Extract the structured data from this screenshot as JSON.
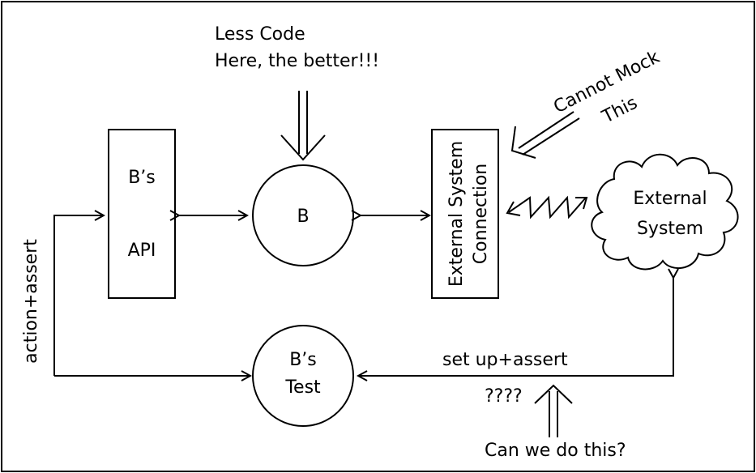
{
  "labels": {
    "note_top_line1": "Less Code",
    "note_top_line2": "Here, the better!!!",
    "api_line1": "B’s",
    "api_line2": "API",
    "b_circle": "B",
    "connection_line1": "External System",
    "connection_line2": "Connection",
    "external_line1": "External",
    "external_line2": "System",
    "cannot_mock_line1": "Cannot Mock",
    "cannot_mock_line2": "This",
    "action_assert": "action+assert",
    "test_line1": "B’s",
    "test_line2": "Test",
    "setup_assert": "set up+assert",
    "question_marks": "????",
    "can_we": "Can we do this?"
  }
}
